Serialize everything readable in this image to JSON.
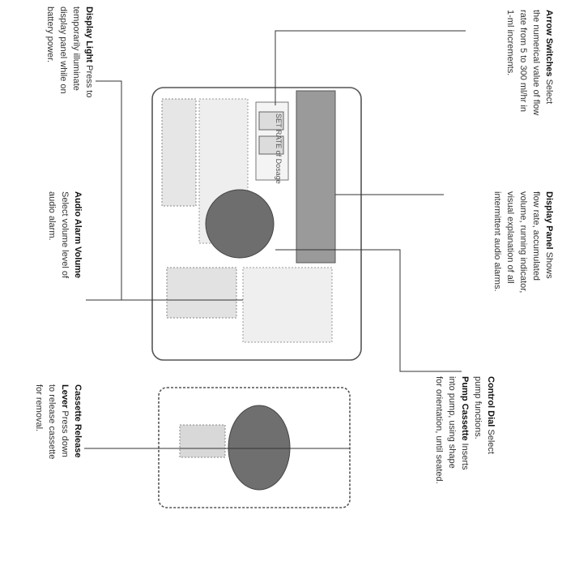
{
  "callouts": {
    "arrow_switches": {
      "title": "Arrow Switches",
      "lines": [
        "Select",
        "the numerical value of flow",
        "rate from 5 to 300 ml/hr in",
        "1-ml increments."
      ]
    },
    "display_light": {
      "title": "Display Light",
      "lines": [
        "Press to",
        "temporarily illuminate",
        "display panel while on",
        "battery power."
      ]
    },
    "display_panel": {
      "title": "Display Panel",
      "lines": [
        "Shows",
        "flow rate, accumulated",
        "volume, running indicator,",
        "visual explanation of all",
        "intermittent audio alarms."
      ]
    },
    "alarm_volume": {
      "title": "Audio Alarm Volume",
      "lines": [
        "Select volume level of",
        "audio alarm."
      ]
    },
    "control_dial": {
      "title": "Control Dial",
      "lines": [
        "Select",
        "pump functions."
      ]
    },
    "pump_cassette": {
      "title": "Pump Cassette",
      "lines": [
        "Inserts",
        "into pump, using shape",
        "for orientation, until seated."
      ]
    },
    "cassette_release": {
      "title": "Cassette Release",
      "lines": [
        "Lever",
        "Press down",
        "to release cassette",
        "for removal."
      ]
    }
  },
  "device_label": "SET RATE of Dosage"
}
